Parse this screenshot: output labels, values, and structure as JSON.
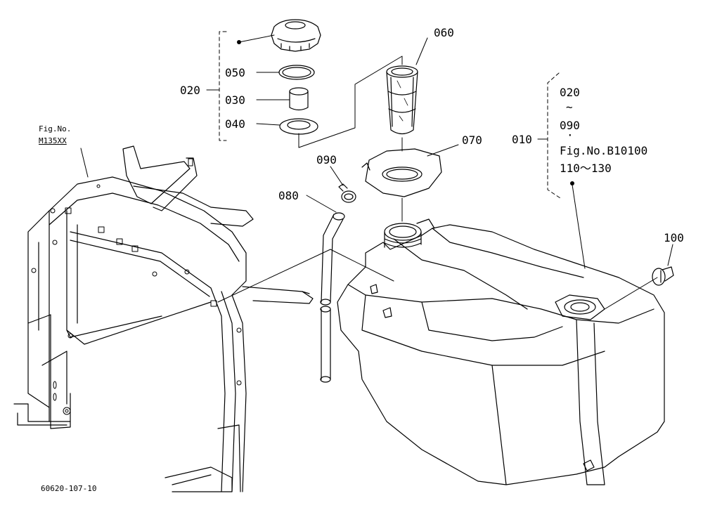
{
  "figure": {
    "code": "60620-107-10",
    "ref_fig_a": "Fig.No.",
    "ref_fig_b": "M135XX"
  },
  "parts": {
    "p010": "010",
    "p020": "020",
    "p030": "030",
    "p040": "040",
    "p050": "050",
    "p060": "060",
    "p070": "070",
    "p080": "080",
    "p090": "090",
    "p100": "100"
  },
  "assembly_note": {
    "line1": "020",
    "line2": "~",
    "line3": "090",
    "line4": "·",
    "line5": "Fig.No.B10100",
    "line6": "110～130"
  }
}
